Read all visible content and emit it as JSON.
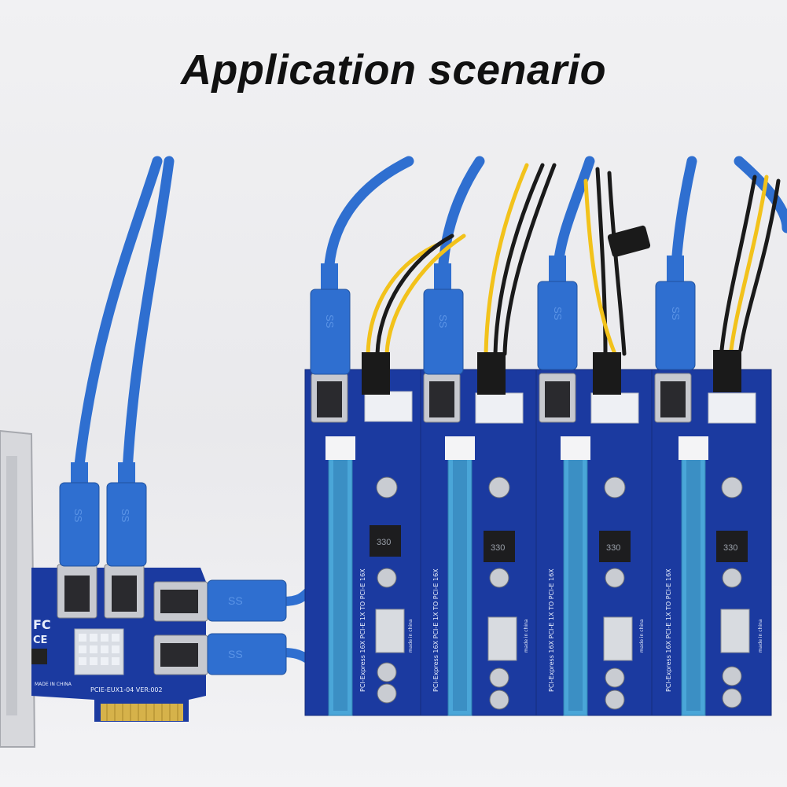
{
  "header": {
    "title": "Application scenario"
  },
  "colors": {
    "background": "#f2f2f4",
    "pcb_blue": "#1b3aa0",
    "cable_blue": "#2f6fd0",
    "slot_blue": "#4aa6d8",
    "wire_yellow": "#f2c21b",
    "wire_black": "#1a1a1a"
  },
  "adapter_card": {
    "labels": [
      "FC",
      "CE",
      "PCIE-EUX1-04 VER:002",
      "MADE IN CHINA"
    ]
  },
  "riser_boards": [
    {
      "label": "PCI-Express 16X  PCI-E 1X TO PCI-E 16X",
      "inductor": "330",
      "made_in": "made in china"
    },
    {
      "label": "PCI-Express 16X  PCI-E 1X TO PCI-E 16X",
      "inductor": "330",
      "made_in": "made in china"
    },
    {
      "label": "PCI-Express 16X  PCI-E 1X TO PCI-E 16X",
      "inductor": "330",
      "made_in": "made in china"
    },
    {
      "label": "PCI-Express 16X  PCI-E 1X TO PCI-E 16X",
      "inductor": "330",
      "made_in": "made in china"
    }
  ],
  "usb_logo": "SS"
}
